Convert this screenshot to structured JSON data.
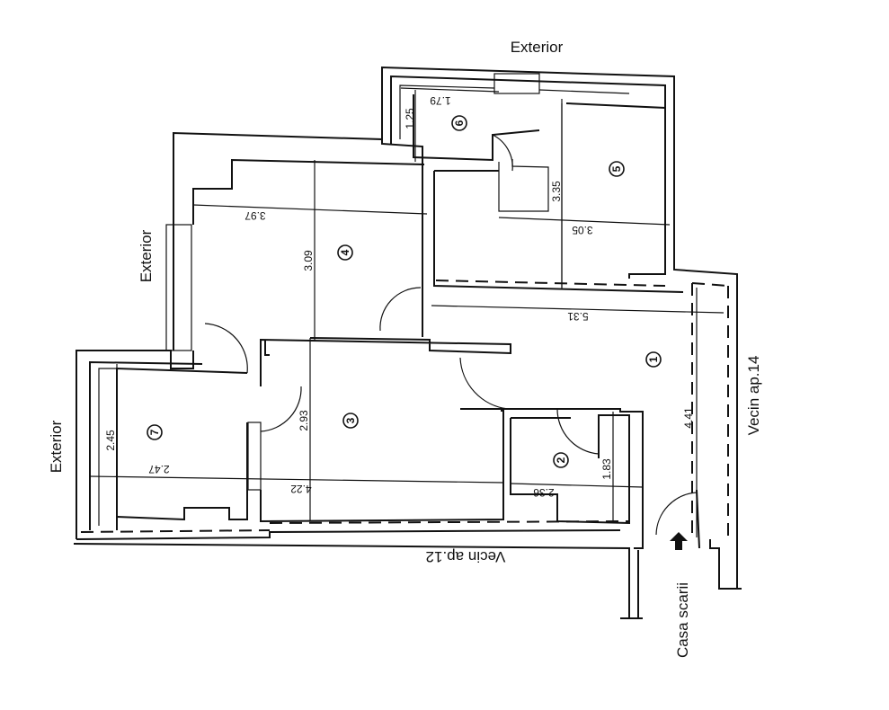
{
  "labels": {
    "exterior_top": "Exterior",
    "exterior_left_upper": "Exterior",
    "exterior_left_lower": "Exterior",
    "neighbor_right": "Vecin ap.14",
    "neighbor_bottom": "Vecin ap.12",
    "staircase": "Casa scarii"
  },
  "rooms": [
    "1",
    "2",
    "3",
    "4",
    "5",
    "6",
    "7"
  ],
  "dimensions": {
    "r6_width": "1.79",
    "r6_height": "1.25",
    "r5_height": "3.35",
    "r5_width": "3.05",
    "r4_width": "3.97",
    "r4_height": "3.09",
    "r1_width": "5.31",
    "r1_height": "4.41",
    "r3_height": "2.93",
    "r3_width": "4.22",
    "r7_width": "2.47",
    "r7_height": "2.45",
    "r2_height": "1.83",
    "r2_width": "2.36"
  }
}
